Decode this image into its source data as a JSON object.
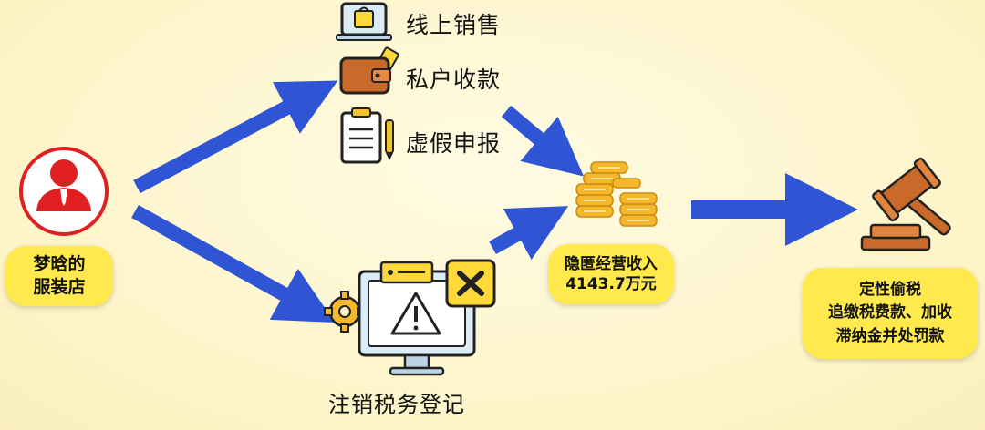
{
  "store": {
    "line1": "梦晗的",
    "line2": "服装店"
  },
  "methods": [
    {
      "label": "线上销售",
      "icon": "laptop-shopping-icon"
    },
    {
      "label": "私户收款",
      "icon": "wallet-icon"
    },
    {
      "label": "虚假申报",
      "icon": "clipboard-icon"
    }
  ],
  "deregister": {
    "label": "注销税务登记"
  },
  "income": {
    "line1": "隐匿经营收入",
    "line2": "4143.7万元"
  },
  "verdict": {
    "line1": "定性偷税",
    "line2": "追缴税费款、加收",
    "line3": "滞纳金并处罚款"
  },
  "colors": {
    "arrow": "#2f55d4",
    "pill": "#ffe94d",
    "coin": "#f5b82a",
    "person": "#e02020"
  }
}
